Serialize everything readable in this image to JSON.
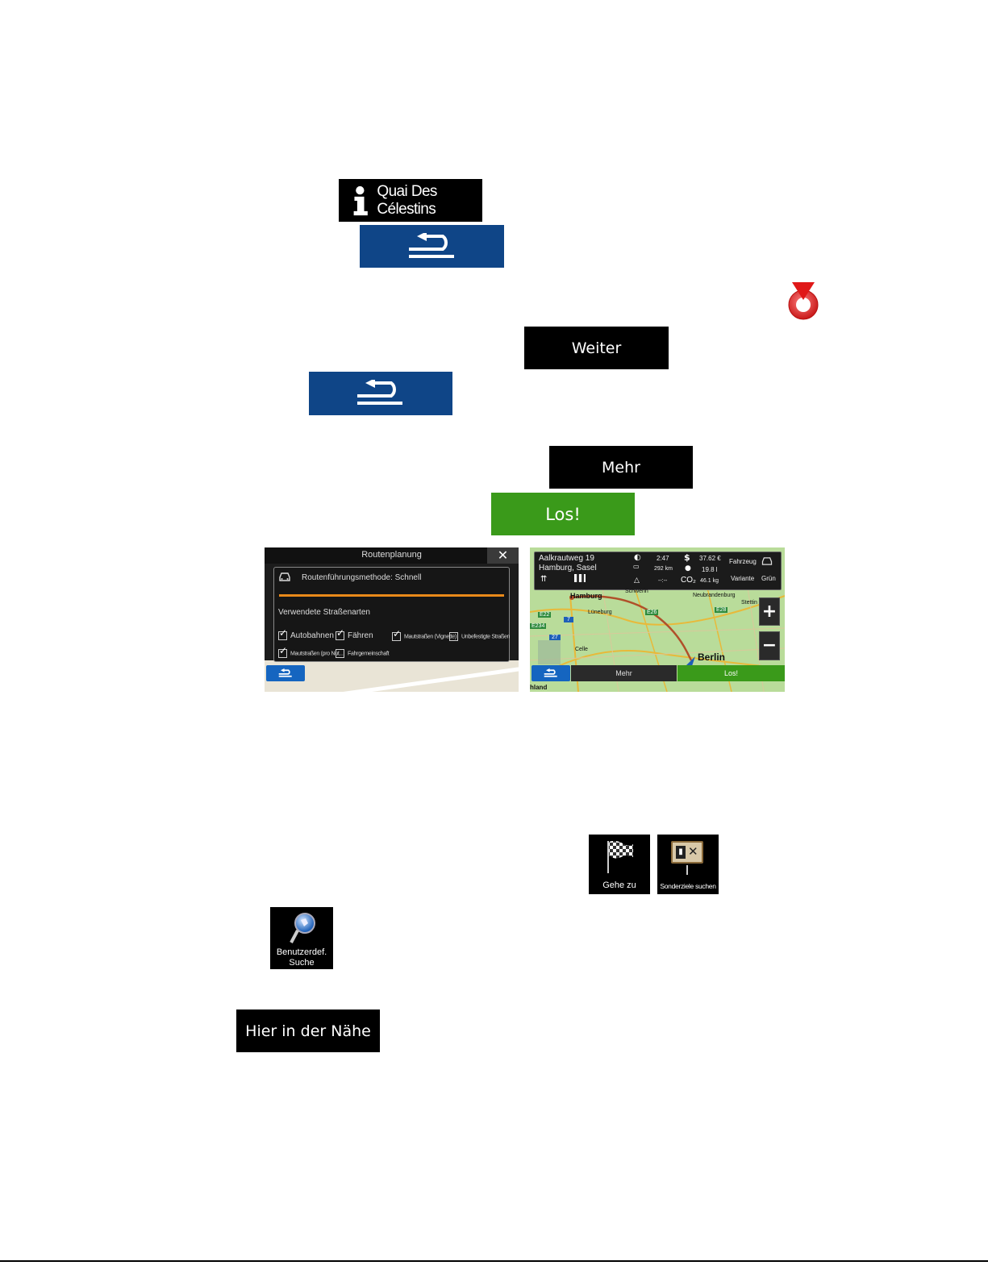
{
  "info_button": {
    "label": "Quai Des Célestins",
    "icon": "info-icon"
  },
  "weiter_button": {
    "label": "Weiter"
  },
  "mehr_button": {
    "label": "Mehr"
  },
  "los_button": {
    "label": "Los!"
  },
  "hier_button": {
    "label": "Hier in der Nähe"
  },
  "back_icon": "back-arrow-icon",
  "pin_icon": "map-pin-icon",
  "routenplanung": {
    "title": "Routenplanung",
    "method": "Routenführungsmethode: Schnell",
    "road_types_heading": "Verwendete Straßenarten",
    "options": [
      {
        "label": "Autobahnen",
        "checked": true
      },
      {
        "label": "Fähren",
        "checked": true
      },
      {
        "label": "Mautstraßen (Vignette)",
        "checked": true
      },
      {
        "label": "Unbefestigte Straßen",
        "checked": false
      },
      {
        "label": "Mautstraßen (pro Nut...",
        "checked": true
      },
      {
        "label": "Fahrgemeinschaft",
        "checked": false
      }
    ]
  },
  "route_summary": {
    "address_line1": "Aalkrautweg 19",
    "address_line2": "Hamburg, Sasel",
    "time": "2:47",
    "distance": "292 km",
    "delay": "--:--",
    "cost": "37.62 €",
    "fuel": "19.8 l",
    "co2_label": "CO₂",
    "co2": "46.1 kg",
    "vehicle_label": "Fahrzeug",
    "variant_label": "Variante",
    "variant_value": "Grün",
    "cities": [
      "Hamburg",
      "Lüneburg",
      "Schwerin",
      "Neubrandenburg",
      "Stettin",
      "Celle",
      "Berlin",
      "hland"
    ],
    "road_shields": [
      "E22",
      "E234",
      "7",
      "27",
      "E26",
      "E28"
    ],
    "zoom_in": "+",
    "zoom_out": "−",
    "mehr": "Mehr",
    "los": "Los!"
  },
  "tiles": {
    "gehe_zu": "Gehe zu",
    "sonderziele": "Sonderziele suchen",
    "benutzerdef_line1": "Benutzerdef.",
    "benutzerdef_line2": "Suche"
  }
}
